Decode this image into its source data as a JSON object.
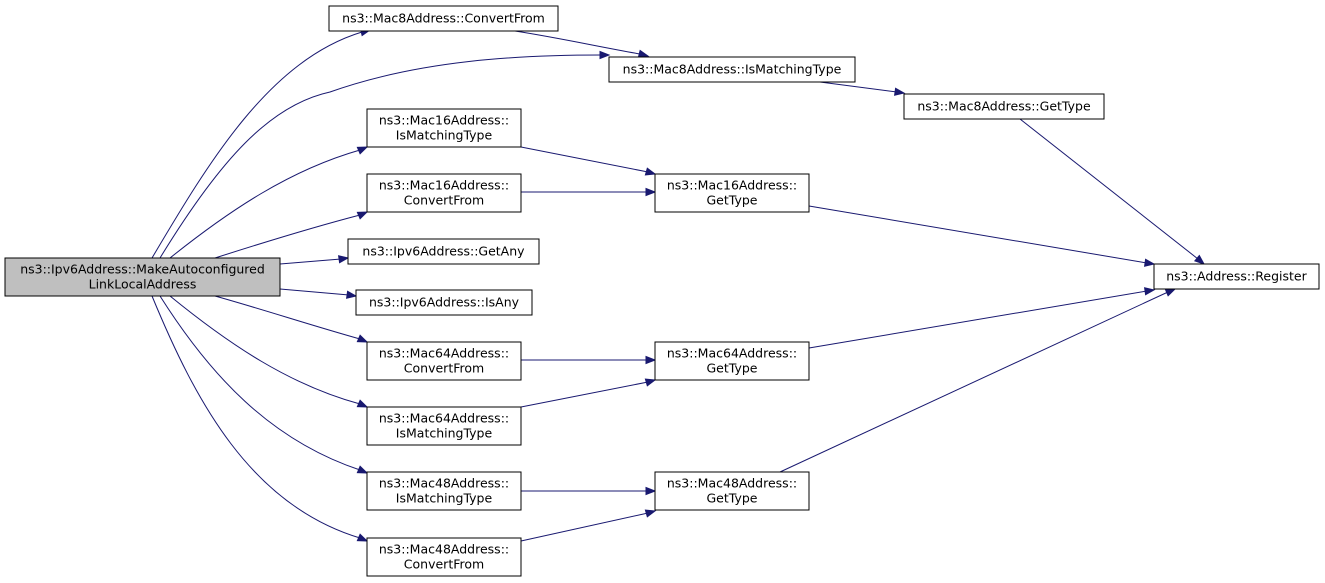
{
  "diagram": {
    "colors": {
      "edge": "#191970",
      "root_fill": "#bfbfbf",
      "node_fill": "#ffffff",
      "border": "#000000"
    },
    "nodes": [
      {
        "id": "make_auto",
        "lines": [
          "ns3::Ipv6Address::MakeAutoconfigured",
          "LinkLocalAddress"
        ],
        "root": true
      },
      {
        "id": "mac8_convert",
        "lines": [
          "ns3::Mac8Address::ConvertFrom"
        ]
      },
      {
        "id": "mac8_ismatch",
        "lines": [
          "ns3::Mac8Address::IsMatchingType"
        ]
      },
      {
        "id": "mac8_gettype",
        "lines": [
          "ns3::Mac8Address::GetType"
        ]
      },
      {
        "id": "mac16_ismatch",
        "lines": [
          "ns3::Mac16Address::",
          "IsMatchingType"
        ]
      },
      {
        "id": "mac16_convert",
        "lines": [
          "ns3::Mac16Address::",
          "ConvertFrom"
        ]
      },
      {
        "id": "mac16_gettype",
        "lines": [
          "ns3::Mac16Address::",
          "GetType"
        ]
      },
      {
        "id": "ipv6_getany",
        "lines": [
          "ns3::Ipv6Address::GetAny"
        ]
      },
      {
        "id": "ipv6_isany",
        "lines": [
          "ns3::Ipv6Address::IsAny"
        ]
      },
      {
        "id": "address_register",
        "lines": [
          "ns3::Address::Register"
        ]
      },
      {
        "id": "mac64_convert",
        "lines": [
          "ns3::Mac64Address::",
          "ConvertFrom"
        ]
      },
      {
        "id": "mac64_gettype",
        "lines": [
          "ns3::Mac64Address::",
          "GetType"
        ]
      },
      {
        "id": "mac64_ismatch",
        "lines": [
          "ns3::Mac64Address::",
          "IsMatchingType"
        ]
      },
      {
        "id": "mac48_ismatch",
        "lines": [
          "ns3::Mac48Address::",
          "IsMatchingType"
        ]
      },
      {
        "id": "mac48_gettype",
        "lines": [
          "ns3::Mac48Address::",
          "GetType"
        ]
      },
      {
        "id": "mac48_convert",
        "lines": [
          "ns3::Mac48Address::",
          "ConvertFrom"
        ]
      }
    ],
    "edges": [
      {
        "from": "make_auto",
        "to": "mac8_convert"
      },
      {
        "from": "make_auto",
        "to": "mac8_ismatch"
      },
      {
        "from": "make_auto",
        "to": "mac16_ismatch"
      },
      {
        "from": "make_auto",
        "to": "mac16_convert"
      },
      {
        "from": "make_auto",
        "to": "ipv6_getany"
      },
      {
        "from": "make_auto",
        "to": "ipv6_isany"
      },
      {
        "from": "make_auto",
        "to": "mac64_convert"
      },
      {
        "from": "make_auto",
        "to": "mac64_ismatch"
      },
      {
        "from": "make_auto",
        "to": "mac48_ismatch"
      },
      {
        "from": "make_auto",
        "to": "mac48_convert"
      },
      {
        "from": "mac8_convert",
        "to": "mac8_ismatch"
      },
      {
        "from": "mac8_ismatch",
        "to": "mac8_gettype"
      },
      {
        "from": "mac8_gettype",
        "to": "address_register"
      },
      {
        "from": "mac16_ismatch",
        "to": "mac16_gettype"
      },
      {
        "from": "mac16_convert",
        "to": "mac16_gettype"
      },
      {
        "from": "mac16_gettype",
        "to": "address_register"
      },
      {
        "from": "mac64_convert",
        "to": "mac64_gettype"
      },
      {
        "from": "mac64_ismatch",
        "to": "mac64_gettype"
      },
      {
        "from": "mac64_gettype",
        "to": "address_register"
      },
      {
        "from": "mac48_ismatch",
        "to": "mac48_gettype"
      },
      {
        "from": "mac48_convert",
        "to": "mac48_gettype"
      },
      {
        "from": "mac48_gettype",
        "to": "address_register"
      }
    ]
  }
}
